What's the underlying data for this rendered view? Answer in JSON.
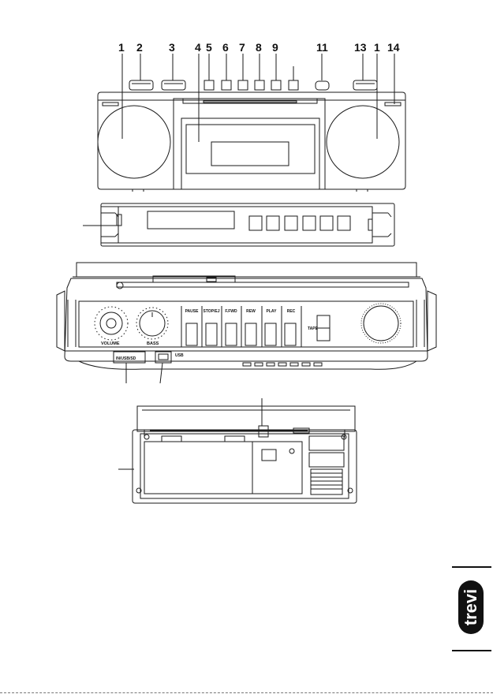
{
  "callouts": [
    "1",
    "2",
    "3",
    "4",
    "5",
    "6",
    "7",
    "8",
    "9",
    "11",
    "13",
    "1",
    "14"
  ],
  "front_panel": {
    "volume_label": "VOLUME",
    "bass_label": "BASS",
    "buttons": [
      "PAUSE",
      "STOP/EJ",
      "F.FWD",
      "REW",
      "PLAY",
      "REC"
    ],
    "tape_label": "TAPE",
    "plug_label": "IN/USB/SD",
    "usb_label": "USB"
  },
  "brand_logo": "trevi",
  "colors": {
    "ink": "#1a1a1a",
    "paper": "#ffffff",
    "panel": "#2b2b2b"
  }
}
